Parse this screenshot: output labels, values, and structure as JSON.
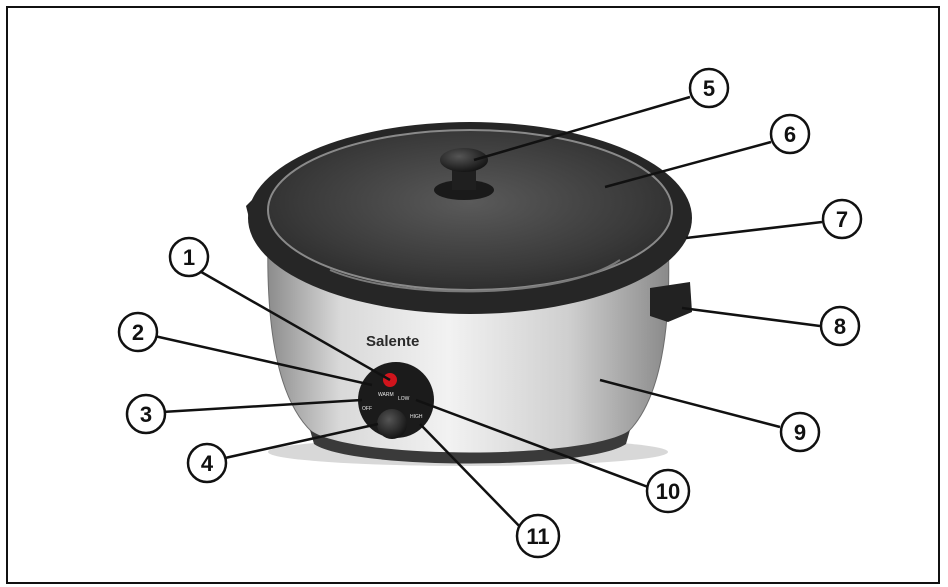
{
  "product": {
    "brand": "Salente",
    "dial_labels": {
      "warm": "WARM",
      "low": "LOW",
      "off": "OFF",
      "high": "HIGH"
    }
  },
  "callouts": [
    {
      "id": "1",
      "label": "1"
    },
    {
      "id": "2",
      "label": "2"
    },
    {
      "id": "3",
      "label": "3"
    },
    {
      "id": "4",
      "label": "4"
    },
    {
      "id": "5",
      "label": "5"
    },
    {
      "id": "6",
      "label": "6"
    },
    {
      "id": "7",
      "label": "7"
    },
    {
      "id": "8",
      "label": "8"
    },
    {
      "id": "9",
      "label": "9"
    },
    {
      "id": "10",
      "label": "10"
    },
    {
      "id": "11",
      "label": "11"
    }
  ],
  "colors": {
    "frame": "#111111",
    "steel_light": "#e6e6e6",
    "steel_dark": "#9a9a9a",
    "rim": "#2b2b2b",
    "glass": "#3a3a3a",
    "indicator": "#d0141c"
  }
}
